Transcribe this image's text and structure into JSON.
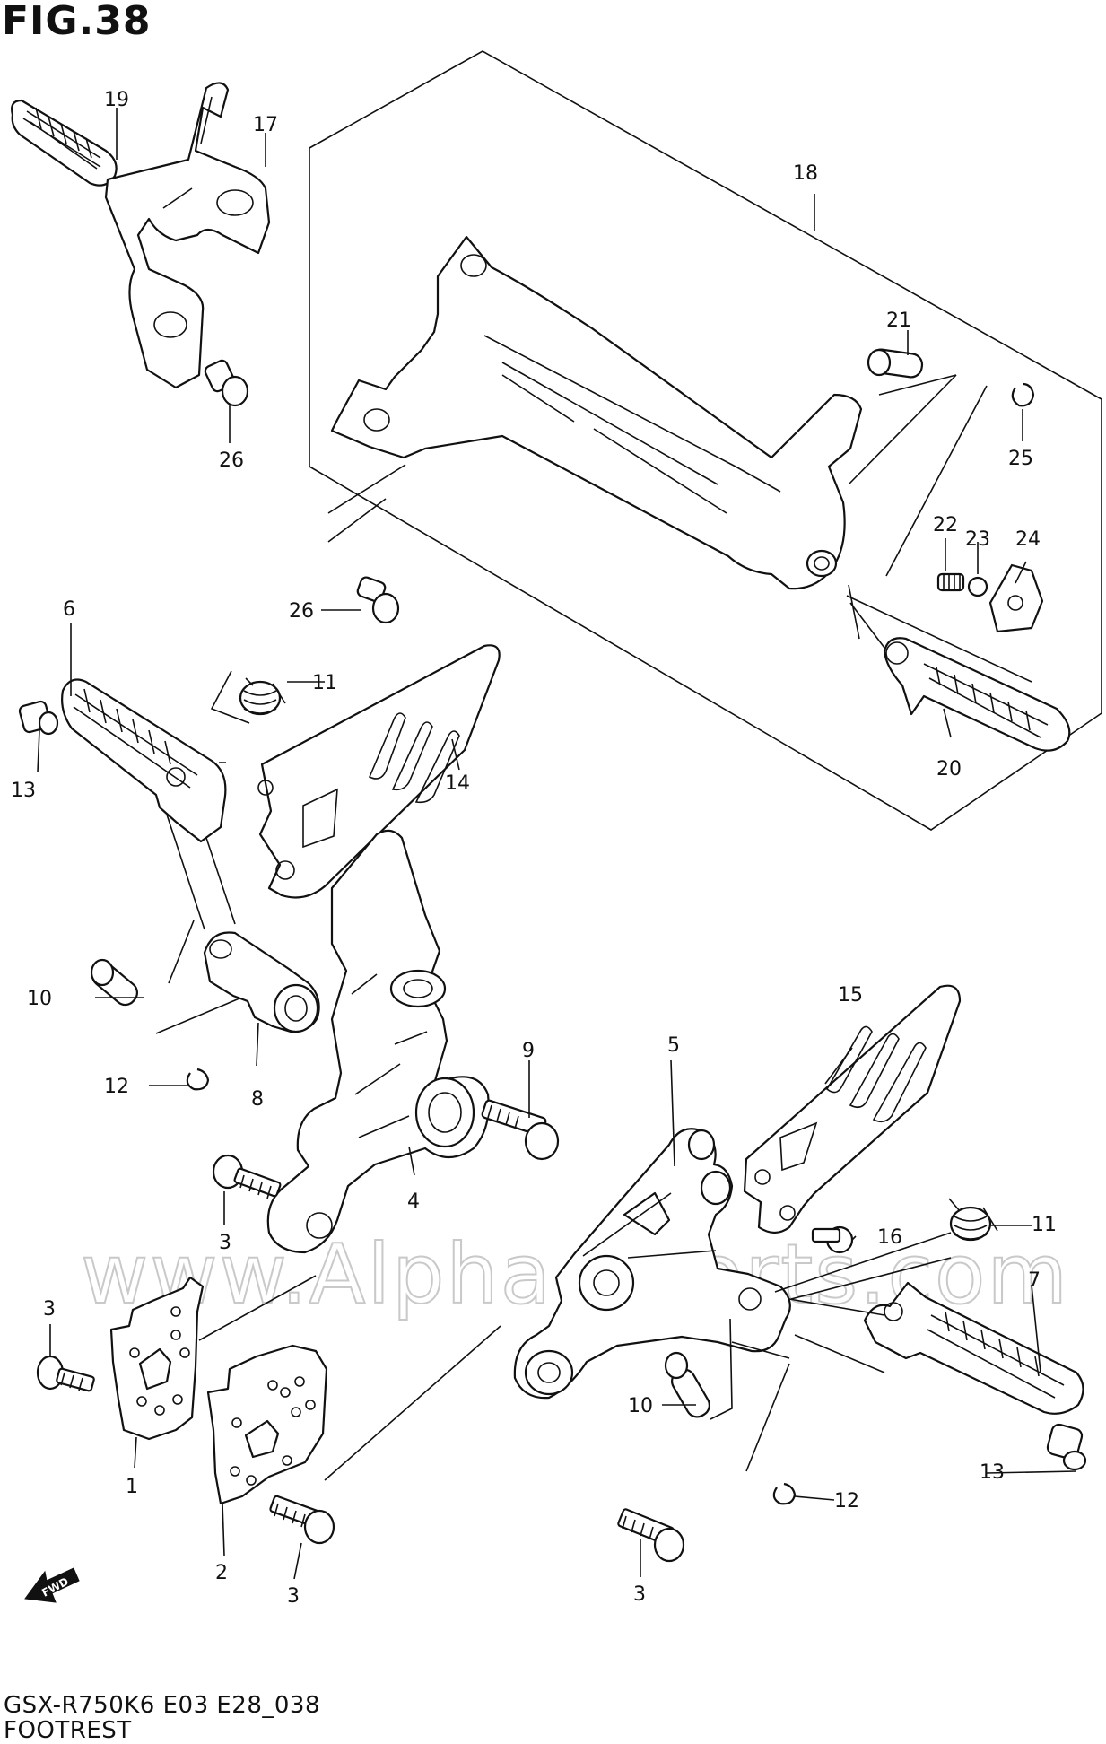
{
  "figure": {
    "title": "FIG.38",
    "model_code": "GSX-R750K6 E03 E28_038",
    "section_name": "FOOTREST",
    "watermark": "www.Alpha-Sports.com",
    "fwd_label": "FWD"
  },
  "callouts": {
    "c19": "19",
    "c17": "17",
    "c26a": "26",
    "c18": "18",
    "c21": "21",
    "c25": "25",
    "c22": "22",
    "c23": "23",
    "c24": "24",
    "c26b": "26",
    "c6": "6",
    "c11a": "11",
    "c13a": "13",
    "c14": "14",
    "c20": "20",
    "c10a": "10",
    "c12a": "12",
    "c8": "8",
    "c9": "9",
    "c15": "15",
    "c5": "5",
    "c4": "4",
    "c3a": "3",
    "c3b": "3",
    "c11b": "11",
    "c16": "16",
    "c7": "7",
    "c10b": "10",
    "c13b": "13",
    "c12b": "12",
    "c1": "1",
    "c2": "2",
    "c3c": "3",
    "c3d": "3"
  },
  "colors": {
    "line": "#111111",
    "background": "#ffffff",
    "watermark": "#c9c9c9"
  }
}
